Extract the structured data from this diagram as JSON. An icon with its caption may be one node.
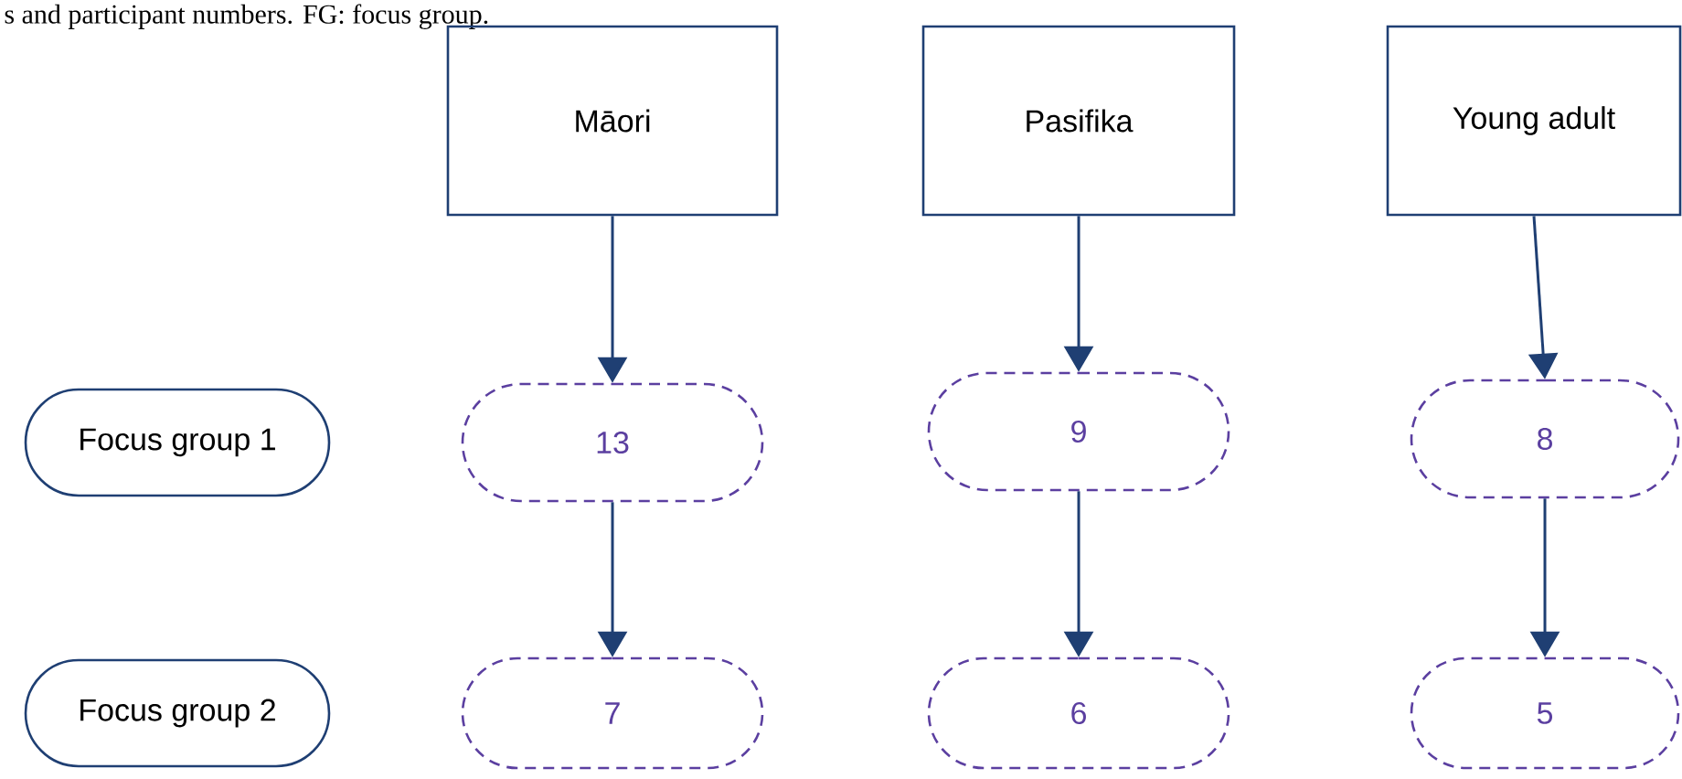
{
  "diagram": {
    "caption": "s and participant numbers. FG: focus group.",
    "nodes": [
      {
        "text": [
          "Māori"
        ]
      },
      {
        "text": [
          "Pasifika"
        ]
      },
      {
        "text": [
          "Young adult"
        ]
      },
      {
        "text": [
          "Focus group 1"
        ]
      },
      {
        "text": [
          "13"
        ]
      },
      {
        "text": [
          "9"
        ]
      },
      {
        "text": [
          "8"
        ]
      },
      {
        "text": [
          "Focus group 2"
        ]
      },
      {
        "text": [
          "7"
        ]
      },
      {
        "text": [
          "6"
        ]
      },
      {
        "text": [
          "5"
        ]
      }
    ],
    "edges": [
      {
        "from": 0,
        "to": 4,
        "arrow": "to"
      },
      {
        "from": 4,
        "to": 8,
        "arrow": "to"
      },
      {
        "from": 1,
        "to": 5,
        "arrow": "to"
      },
      {
        "from": 5,
        "to": 9,
        "arrow": "to"
      },
      {
        "from": 2,
        "to": 6,
        "arrow": "to"
      },
      {
        "from": 6,
        "to": 10,
        "arrow": "to"
      }
    ]
  }
}
